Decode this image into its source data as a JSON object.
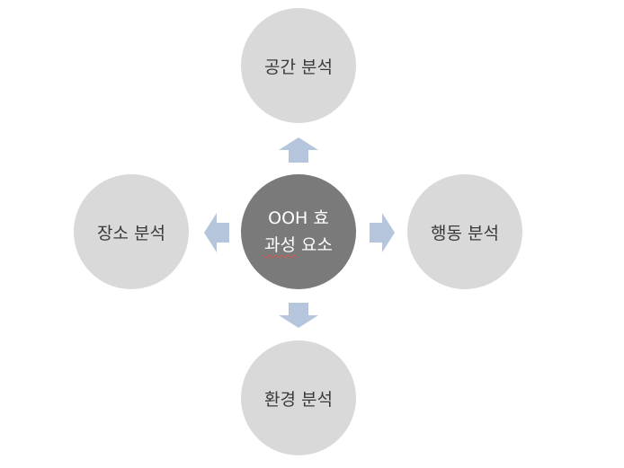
{
  "center": {
    "line1": "OOH 효",
    "line2_underlined": "과성",
    "line2_rest": " 요소"
  },
  "nodes": {
    "top": "공간 분석",
    "left": "장소 분석",
    "right": "행동 분석",
    "bottom": "환경 분석"
  },
  "colors": {
    "outer_fill": "#d9d9d9",
    "center_fill": "#7a7a7a",
    "arrow_fill": "#b4c5dc",
    "spellcheck_underline": "#d9534f"
  }
}
